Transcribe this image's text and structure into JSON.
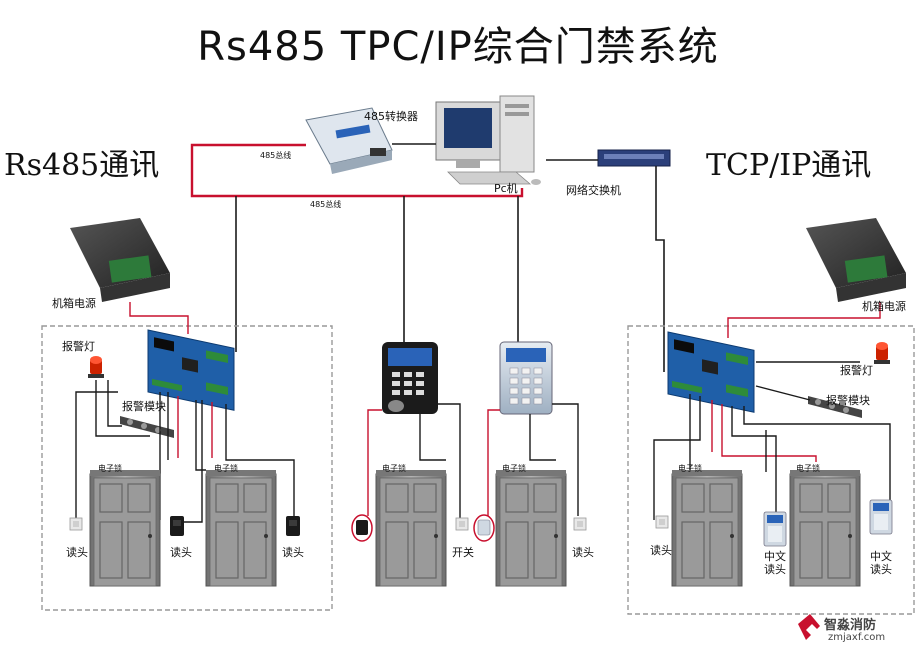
{
  "title": "Rs485 TPC/IP综合门禁系统",
  "left_label": "Rs485通讯",
  "right_label": "TCP/IP通讯",
  "labels": {
    "converter": "485转换器",
    "pc": "Pc机",
    "switch": "网络交换机",
    "bus_1": "485总线",
    "bus_2": "485总线",
    "psu_left": "机箱电源",
    "psu_right": "机箱电源",
    "alarm_light_left": "报警灯",
    "alarm_light_right": "报警灯",
    "alarm_module_left": "报警模块",
    "alarm_module_right": "报警模块",
    "reader": "读头",
    "switch_button": "开关",
    "cn_reader": "中文\n读头",
    "door_lock": "电子锁"
  },
  "watermark": {
    "brand": "智淼消防",
    "url": "zmjaxf.com"
  },
  "colors": {
    "bus_red": "#c8102e",
    "wire_dark": "#1a1a1a",
    "board_blue": "#1f5fa8",
    "door_gray": "#8c8c8c"
  }
}
